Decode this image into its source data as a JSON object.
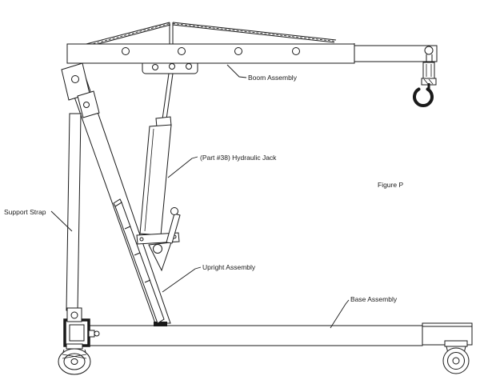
{
  "figure": {
    "title": "Figure P",
    "labels": {
      "boom": "Boom Assembly",
      "jack": "(Part #38) Hydraulic Jack",
      "support_strap": "Support Strap",
      "upright": "Upright Assembly",
      "base": "Base Assembly"
    },
    "colors": {
      "line": "#1a1a1a",
      "background": "#ffffff"
    }
  }
}
